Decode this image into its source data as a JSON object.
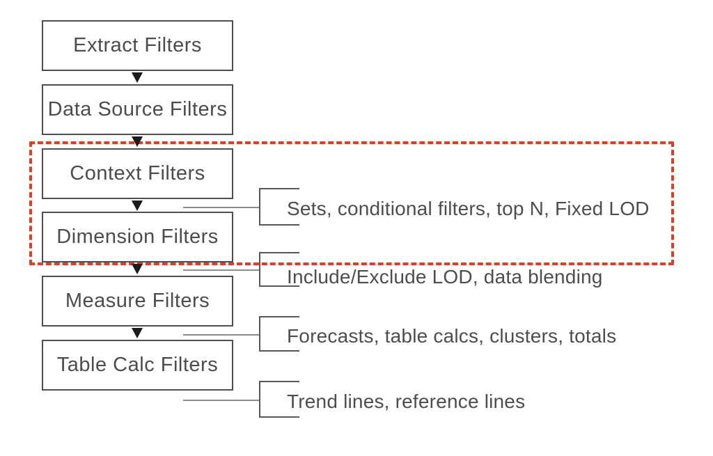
{
  "diagram": {
    "flow_boxes": [
      {
        "label": "Extract Filters"
      },
      {
        "label": "Data Source Filters"
      },
      {
        "label": "Context Filters"
      },
      {
        "label": "Dimension Filters"
      },
      {
        "label": "Measure Filters"
      },
      {
        "label": "Table Calc Filters"
      }
    ],
    "annotations": [
      {
        "label": "Sets, conditional filters, top N, Fixed LOD"
      },
      {
        "label": "Include/Exclude LOD, data blending"
      },
      {
        "label": "Forecasts, table calcs, clusters, totals"
      },
      {
        "label": "Trend lines, reference lines"
      }
    ],
    "highlight": {
      "color": "#e43b24",
      "style": "dashed",
      "encloses": "Context Filters, Dimension Filters"
    },
    "colors": {
      "box_border": "#4e4e50",
      "box_text": "#4c4c4e",
      "annotation_text": "#4d4d4f",
      "connector_line": "#8a8a8a",
      "bracket_line": "#57575a",
      "arrow": "#1c1c1c",
      "background": "#ffffff"
    }
  }
}
